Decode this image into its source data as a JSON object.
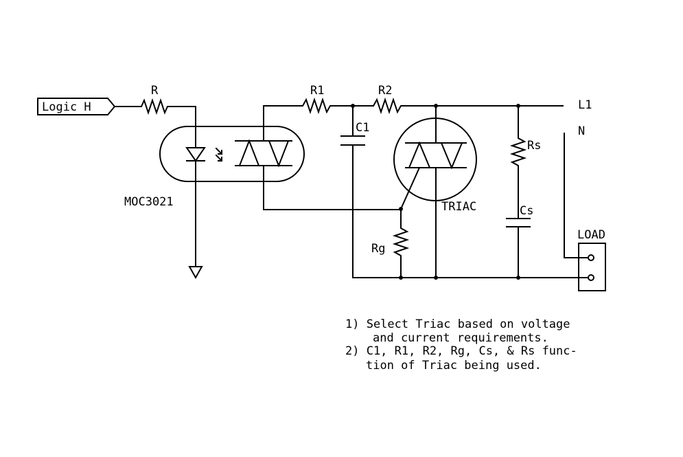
{
  "labels": {
    "input_signal": "Logic H",
    "r": "R",
    "r1": "R1",
    "r2": "R2",
    "c1": "C1",
    "rs": "Rs",
    "cs": "Cs",
    "rg": "Rg",
    "triac": "TRIAC",
    "optocoupler": "MOC3021",
    "l1": "L1",
    "n": "N",
    "load": "LOAD"
  },
  "notes": [
    "1) Select Triac based on voltage",
    "and current requirements.",
    "2) C1, R1, R2, Rg, Cs, & Rs func-",
    "tion of Triac being used."
  ]
}
